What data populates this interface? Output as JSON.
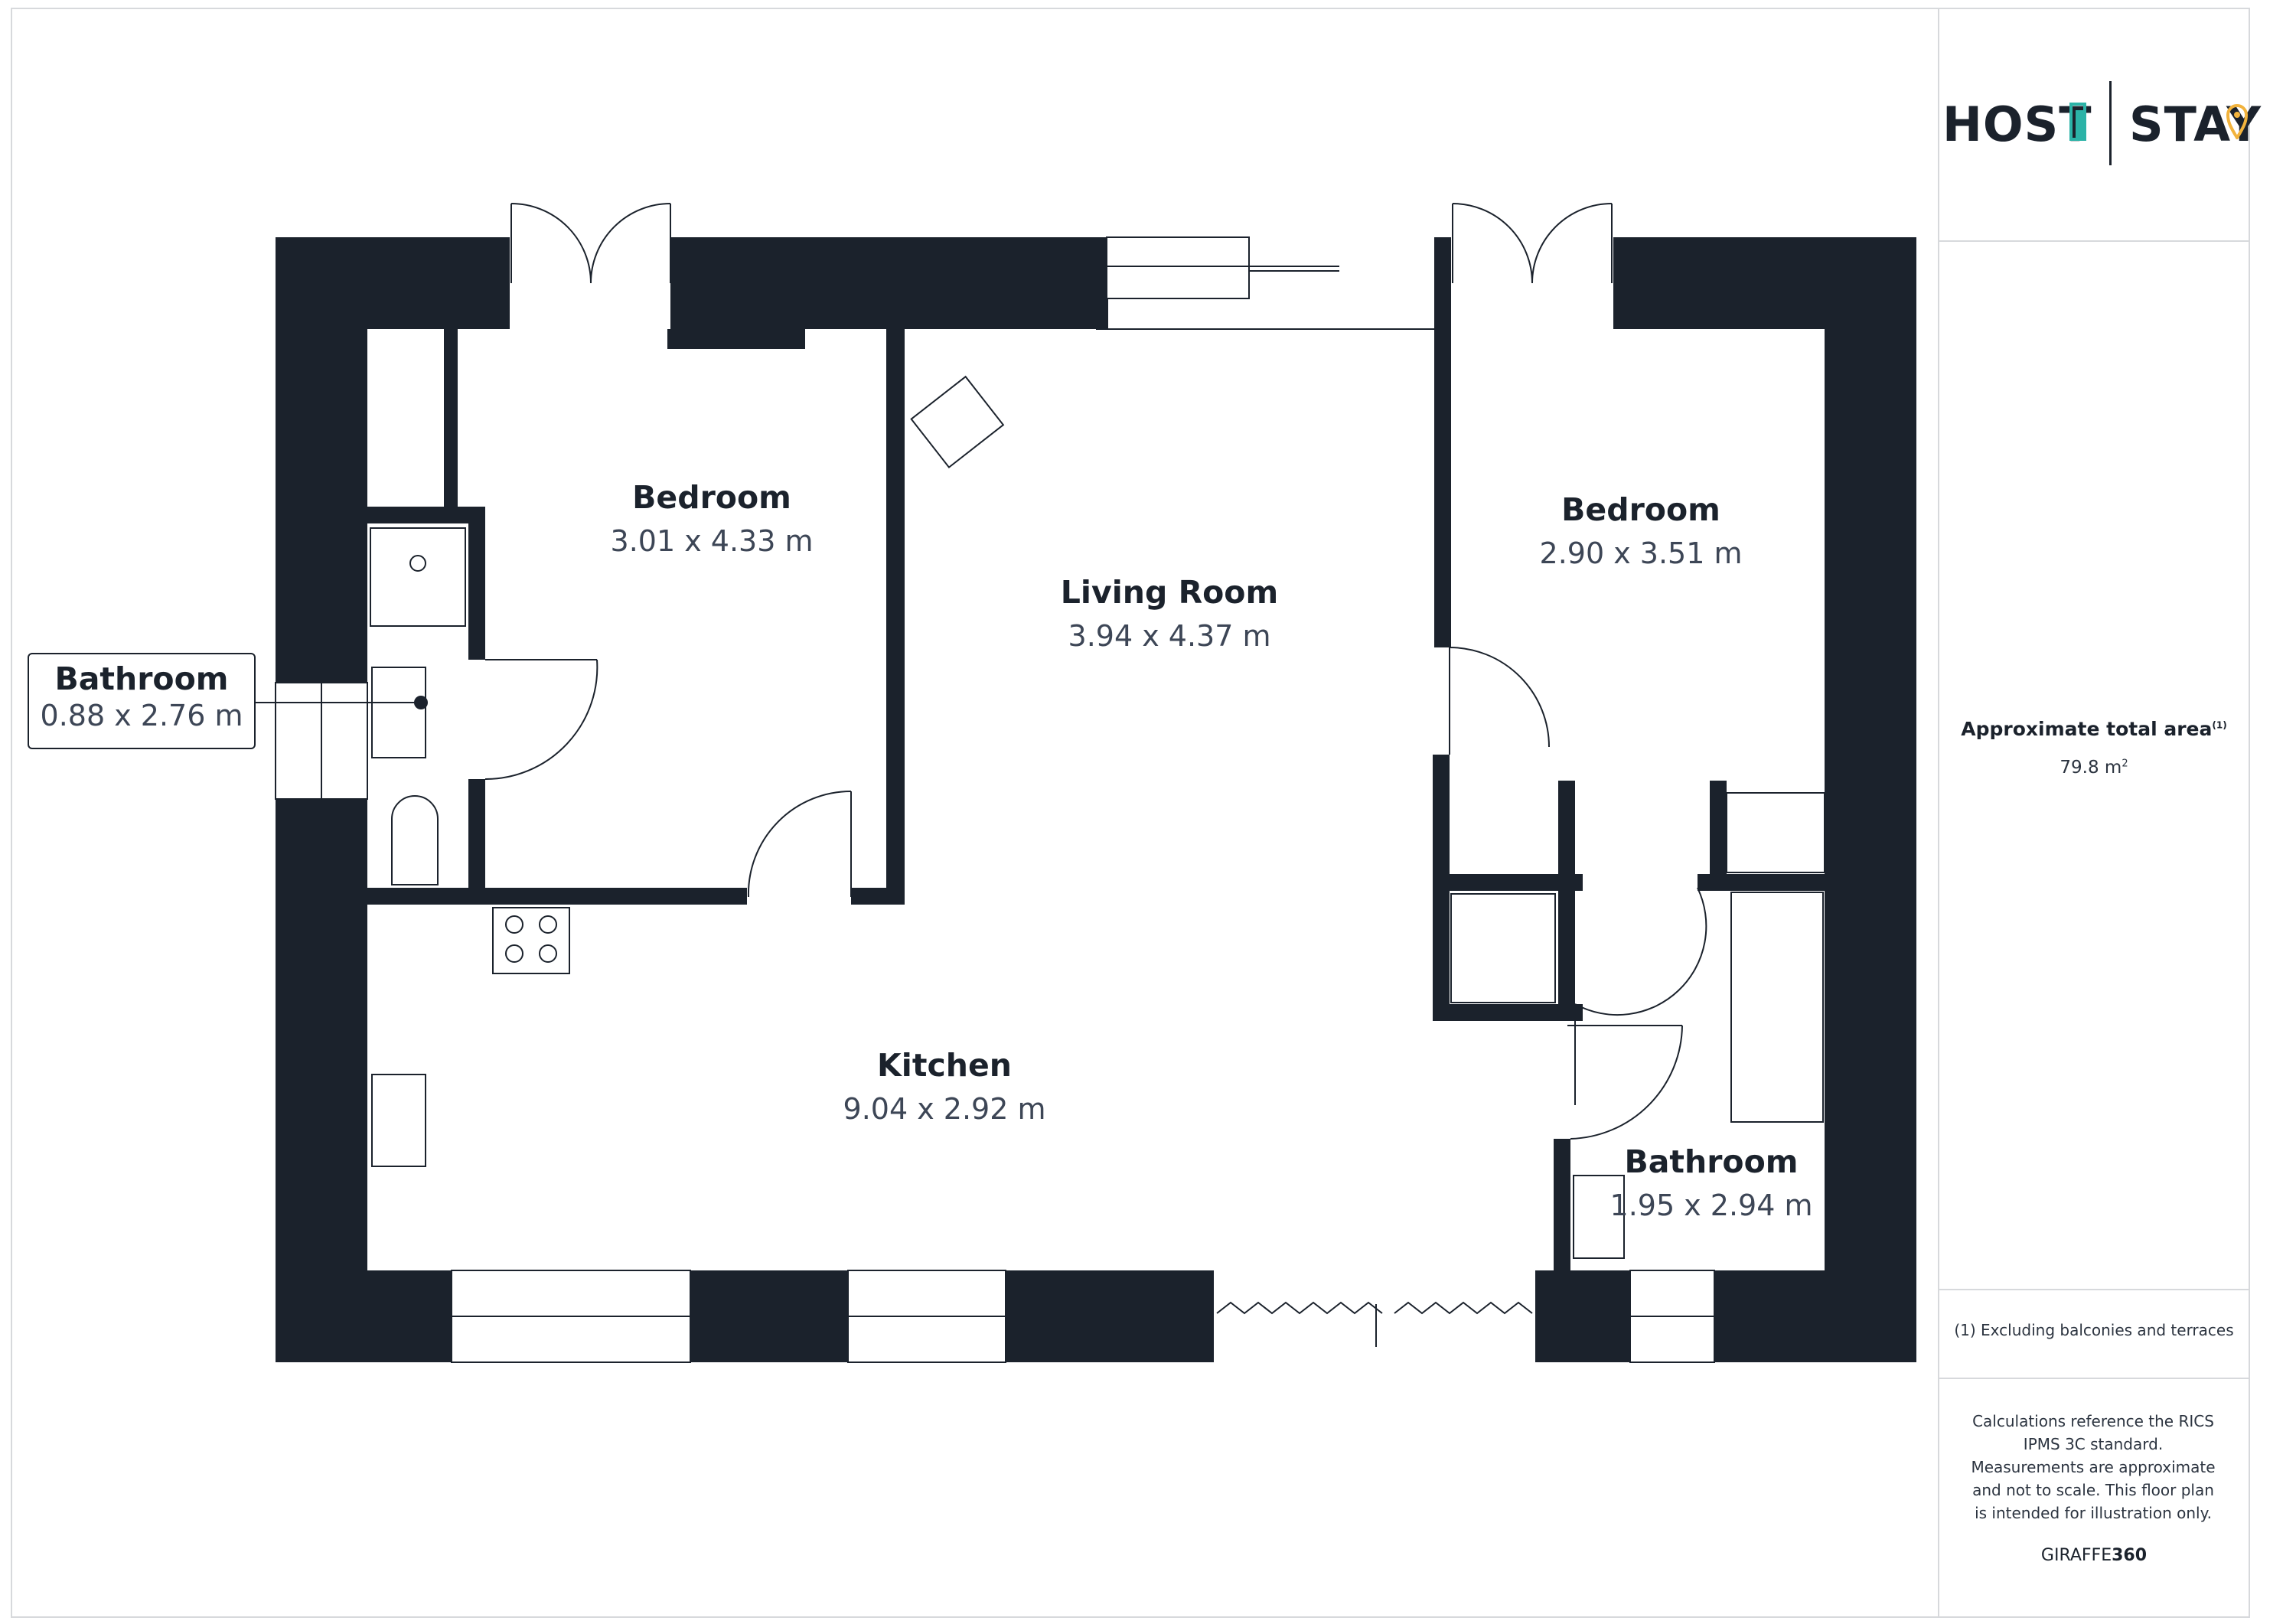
{
  "brand": {
    "left": "HOST",
    "right": "STAY",
    "accent_teal": "#2bb3a7",
    "accent_gold": "#f2b33d"
  },
  "rooms": [
    {
      "name": "Bedroom",
      "size": "3.01 x 4.33 m"
    },
    {
      "name": "Living Room",
      "size": "3.94 x 4.37 m"
    },
    {
      "name": "Bedroom",
      "size": "2.90 x 3.51 m"
    },
    {
      "name": "Kitchen",
      "size": "9.04 x 2.92 m"
    },
    {
      "name": "Bathroom",
      "size": "1.95 x 2.94 m"
    },
    {
      "name": "Bathroom",
      "size": "0.88 x 2.76 m"
    }
  ],
  "sidebar": {
    "area_label": "Approximate total area",
    "area_superscript": "(1)",
    "area_value": "79.8 m",
    "area_unit_sup": "2",
    "footnote": "(1) Excluding balconies and terraces",
    "disclaimer": "Calculations reference the RICS IPMS 3C standard. Measurements are approximate and not to scale. This floor plan is intended for illustration only.",
    "credit_light": "GIRAFFE",
    "credit_bold": "360"
  },
  "colors": {
    "wall": "#1b222c",
    "line": "#1b222c"
  }
}
